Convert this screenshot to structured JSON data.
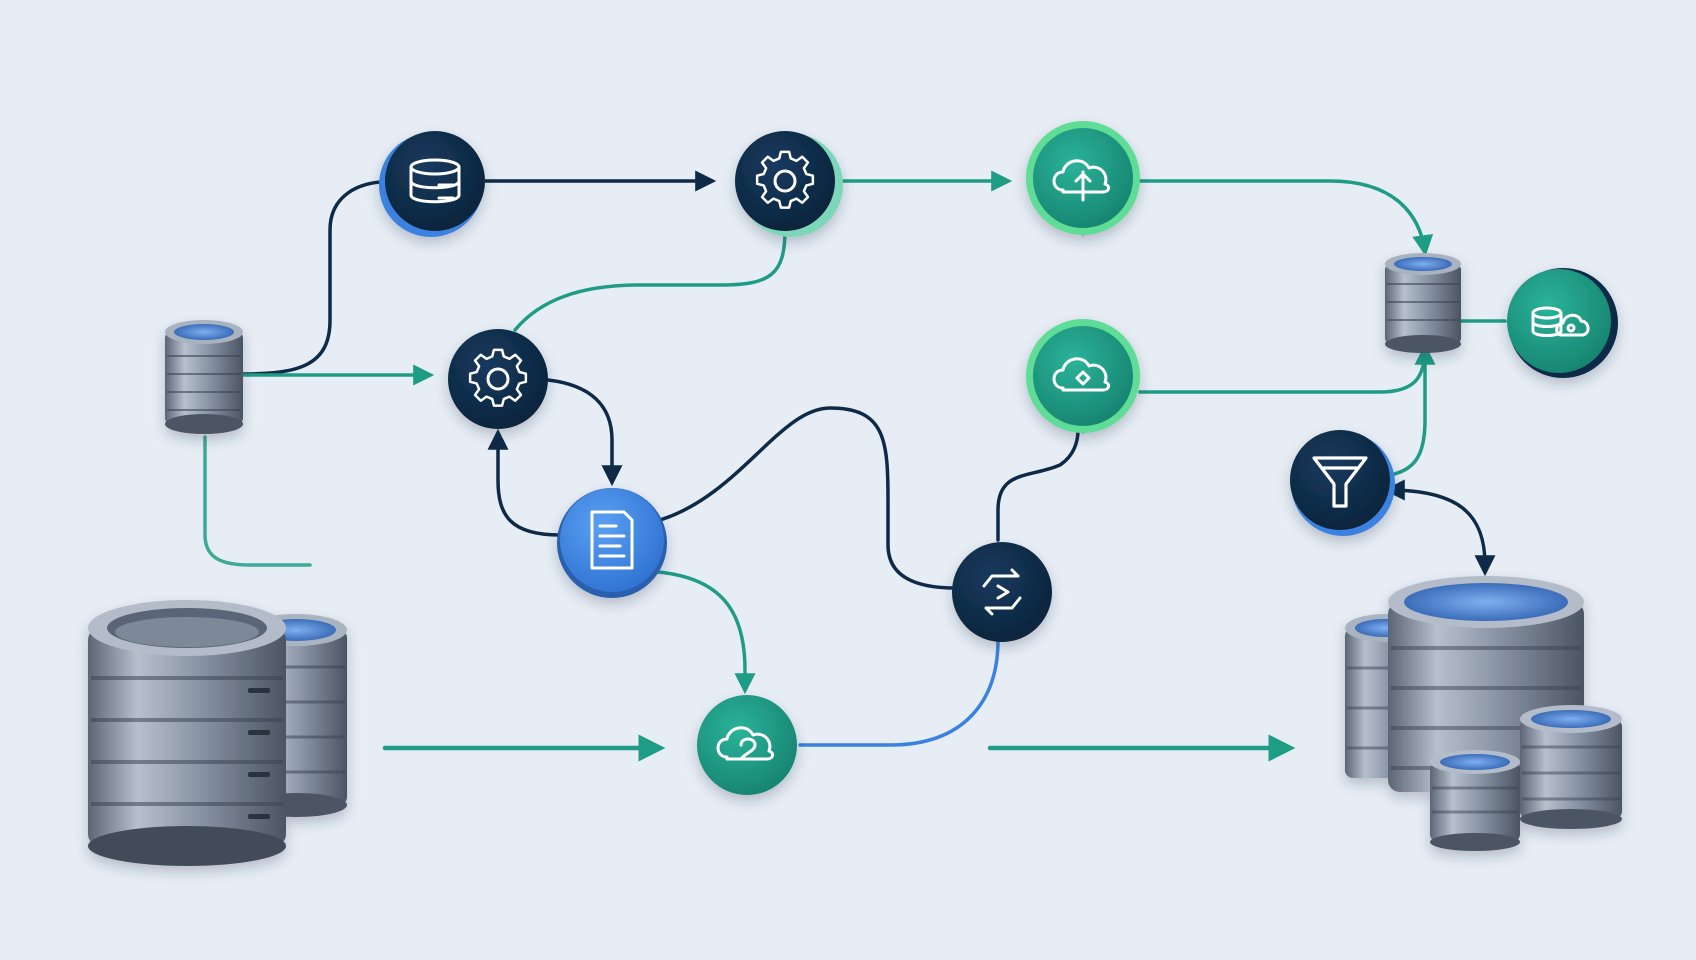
{
  "colors": {
    "background": "#e7edf4",
    "navy": "#0e2a47",
    "teal": "#1f9c85",
    "blue": "#3b82e0",
    "green_ring": "#4fd08a",
    "silver": "#8a95a6",
    "silver_dark": "#4b5563",
    "platter": "#5e8fd8",
    "icon_stroke": "#ffffff"
  },
  "nodes": [
    {
      "id": "source-db-small",
      "kind": "database-icon"
    },
    {
      "id": "source-db-large",
      "kind": "database-stack-icon"
    },
    {
      "id": "storage-node",
      "kind": "storage-icon"
    },
    {
      "id": "gear-node-top",
      "kind": "gear-icon"
    },
    {
      "id": "gear-node-mid",
      "kind": "gear-icon"
    },
    {
      "id": "cloud-node-top",
      "kind": "cloud-upload-icon"
    },
    {
      "id": "cloud-node-mid",
      "kind": "cloud-icon"
    },
    {
      "id": "document-node",
      "kind": "document-icon"
    },
    {
      "id": "cloud-node-bottom",
      "kind": "cloud-sync-icon"
    },
    {
      "id": "transform-node",
      "kind": "transform-icon"
    },
    {
      "id": "filter-node",
      "kind": "filter-icon"
    },
    {
      "id": "target-db-small",
      "kind": "database-icon"
    },
    {
      "id": "cloud-storage-node",
      "kind": "cloud-storage-icon"
    },
    {
      "id": "target-db-large",
      "kind": "database-stack-icon"
    }
  ],
  "edges": [
    {
      "from": "source-db-small",
      "to": "storage-node",
      "color": "navy"
    },
    {
      "from": "storage-node",
      "to": "gear-node-top",
      "color": "navy"
    },
    {
      "from": "gear-node-top",
      "to": "cloud-node-top",
      "color": "teal"
    },
    {
      "from": "cloud-node-top",
      "to": "target-db-small",
      "color": "teal"
    },
    {
      "from": "source-db-small",
      "to": "gear-node-mid",
      "color": "teal"
    },
    {
      "from": "gear-node-top",
      "to": "gear-node-mid",
      "color": "teal"
    },
    {
      "from": "gear-node-mid",
      "to": "document-node",
      "color": "navy"
    },
    {
      "from": "document-node",
      "to": "gear-node-mid",
      "color": "navy"
    },
    {
      "from": "document-node",
      "to": "transform-node",
      "color": "navy"
    },
    {
      "from": "document-node",
      "to": "cloud-node-bottom",
      "color": "teal"
    },
    {
      "from": "cloud-node-bottom",
      "to": "transform-node",
      "color": "blue"
    },
    {
      "from": "transform-node",
      "to": "cloud-node-mid",
      "color": "navy"
    },
    {
      "from": "cloud-node-mid",
      "to": "target-db-small",
      "color": "teal"
    },
    {
      "from": "filter-node",
      "to": "target-db-small",
      "color": "teal"
    },
    {
      "from": "filter-node",
      "to": "target-db-large",
      "color": "navy"
    },
    {
      "from": "target-db-small",
      "to": "cloud-storage-node",
      "color": "teal"
    },
    {
      "from": "source-db-large",
      "to": "cloud-node-bottom",
      "color": "teal"
    },
    {
      "from": "cloud-node-bottom",
      "to": "target-db-large",
      "color": "teal"
    }
  ]
}
